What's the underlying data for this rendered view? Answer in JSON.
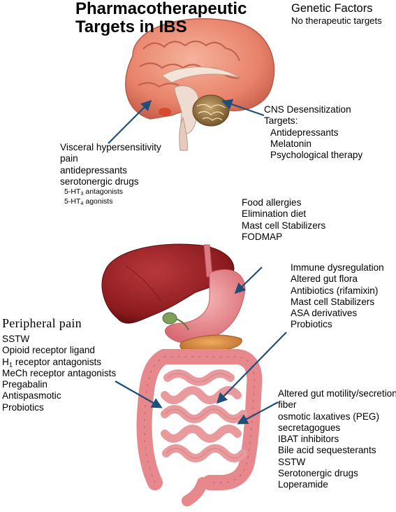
{
  "title": [
    "Pharmacotherapeutic",
    "Targets in IBS"
  ],
  "genetic": {
    "heading": "Genetic Factors",
    "note": "No therapeutic targets"
  },
  "cns": {
    "heading": [
      "CNS Desensitization",
      "Targets:"
    ],
    "items": [
      "Antidepressants",
      "Melatonin",
      "Psychological therapy"
    ]
  },
  "visceral": {
    "lines": [
      "Visceral hypersensitivity",
      "pain",
      "antidepressants",
      "serotonergic drugs"
    ],
    "sub_items": [
      {
        "pre": "5-HT",
        "sub": "3",
        "post": " antagonists"
      },
      {
        "pre": "5-HT",
        "sub": "4",
        "post": " agonists"
      }
    ]
  },
  "food": {
    "lines": [
      "Food allergies",
      "Elimination diet",
      "Mast cell Stabilizers",
      "FODMAP"
    ]
  },
  "immune": {
    "lines": [
      "Immune dysregulation",
      "Altered gut flora",
      "Antibiotics (rifamixin)",
      "Mast cell Stabilizers",
      "ASA derivatives",
      "Probiotics"
    ]
  },
  "peripheral": {
    "heading": "Peripheral pain",
    "lines": [
      {
        "pre": "SSTW",
        "sub": "",
        "post": ""
      },
      {
        "pre": "Opioid receptor ligand",
        "sub": "",
        "post": ""
      },
      {
        "pre": "H",
        "sub": "1",
        "post": " receptor antagonists"
      },
      {
        "pre": "MeCh receptor antagonists",
        "sub": "",
        "post": ""
      },
      {
        "pre": "Pregabalin",
        "sub": "",
        "post": ""
      },
      {
        "pre": "Antispasmotic",
        "sub": "",
        "post": ""
      },
      {
        "pre": "Probiotics",
        "sub": "",
        "post": ""
      }
    ]
  },
  "motility": {
    "lines": [
      "Altered gut motility/secretion",
      "fiber",
      "osmotic laxatives (PEG)",
      "secretagogues",
      "IBAT inhibitors",
      "Bile acid sequesterants",
      "SSTW",
      "Serotonergic drugs",
      "Loperamide"
    ]
  },
  "colors": {
    "arrow": "#1f4e79",
    "brain": "#e8826a",
    "cerebellum": "#8a6a3a",
    "liver": "#8b1a1e",
    "stomach": "#e8868a",
    "pancreas": "#d98a3a",
    "intestine": "#e6888c",
    "gallbladder": "#7fa05a"
  }
}
